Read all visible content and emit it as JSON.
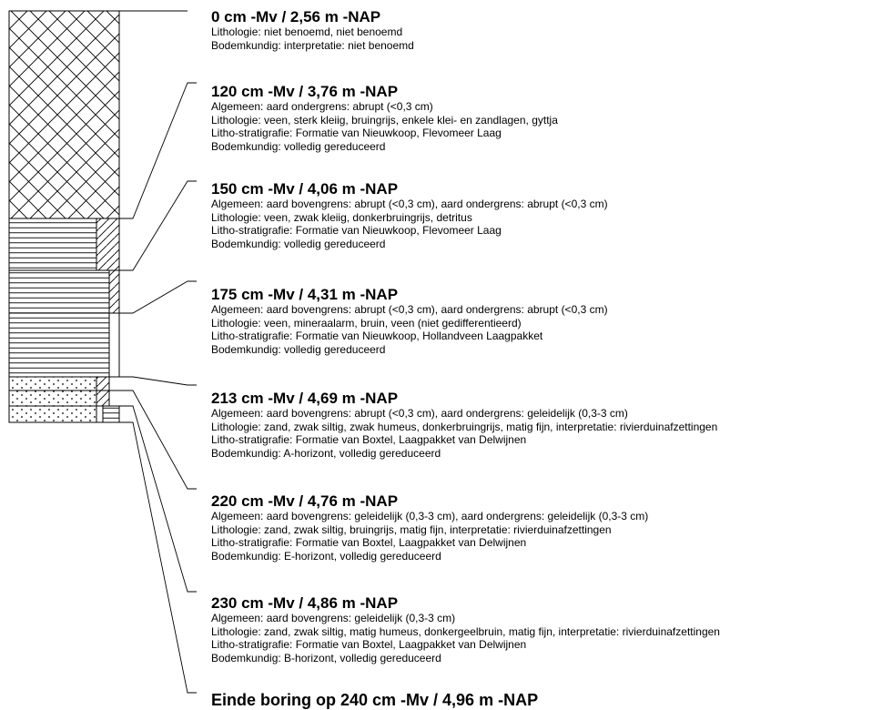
{
  "boring": {
    "layers": [
      {
        "title": "0 cm -Mv / 2,56 m -NAP",
        "lines": [
          "Lithologie: niet benoemd, niet benoemd",
          "Bodemkundig: interpretatie: niet benoemd"
        ]
      },
      {
        "title": "120 cm -Mv / 3,76 m -NAP",
        "lines": [
          "Algemeen: aard ondergrens: abrupt (<0,3 cm)",
          "Lithologie: veen, sterk kleiig, bruingrijs, enkele klei- en zandlagen, gyttja",
          "Litho-stratigrafie: Formatie van Nieuwkoop, Flevomeer Laag",
          "Bodemkundig: volledig gereduceerd"
        ]
      },
      {
        "title": "150 cm -Mv / 4,06 m -NAP",
        "lines": [
          "Algemeen: aard bovengrens: abrupt (<0,3 cm), aard ondergrens: abrupt (<0,3 cm)",
          "Lithologie: veen, zwak kleiig, donkerbruingrijs, detritus",
          "Litho-stratigrafie: Formatie van Nieuwkoop, Flevomeer Laag",
          "Bodemkundig: volledig gereduceerd"
        ]
      },
      {
        "title": "175 cm -Mv / 4,31 m -NAP",
        "lines": [
          "Algemeen: aard bovengrens: abrupt (<0,3 cm), aard ondergrens: abrupt (<0,3 cm)",
          "Lithologie: veen, mineraalarm, bruin, veen (niet gedifferentieerd)",
          "Litho-stratigrafie: Formatie van Nieuwkoop, Hollandveen Laagpakket",
          "Bodemkundig: volledig gereduceerd"
        ]
      },
      {
        "title": "213 cm -Mv / 4,69 m -NAP",
        "lines": [
          "Algemeen: aard bovengrens: abrupt (<0,3 cm), aard ondergrens: geleidelijk (0,3-3 cm)",
          "Lithologie: zand, zwak siltig, zwak humeus, donkerbruingrijs, matig fijn, interpretatie: rivierduinafzettingen",
          "Litho-stratigrafie: Formatie van Boxtel, Laagpakket van Delwijnen",
          "Bodemkundig: A-horizont, volledig gereduceerd"
        ]
      },
      {
        "title": "220 cm -Mv / 4,76 m -NAP",
        "lines": [
          "Algemeen: aard bovengrens: geleidelijk (0,3-3 cm), aard ondergrens: geleidelijk (0,3-3 cm)",
          "Lithologie: zand, zwak siltig, bruingrijs, matig fijn, interpretatie: rivierduinafzettingen",
          "Litho-stratigrafie: Formatie van Boxtel, Laagpakket van Delwijnen",
          "Bodemkundig: E-horizont, volledig gereduceerd"
        ]
      },
      {
        "title": "230 cm -Mv / 4,86 m -NAP",
        "lines": [
          "Algemeen: aard bovengrens: geleidelijk (0,3-3 cm)",
          "Lithologie: zand, zwak siltig, matig humeus, donkergeelbruin, matig fijn, interpretatie: rivierduinafzettingen",
          "Litho-stratigrafie: Formatie van Boxtel, Laagpakket van Delwijnen",
          "Bodemkundig: B-horizont, volledig gereduceerd"
        ]
      }
    ],
    "end_label": "Einde boring op 240 cm -Mv / 4,96 m -NAP"
  }
}
